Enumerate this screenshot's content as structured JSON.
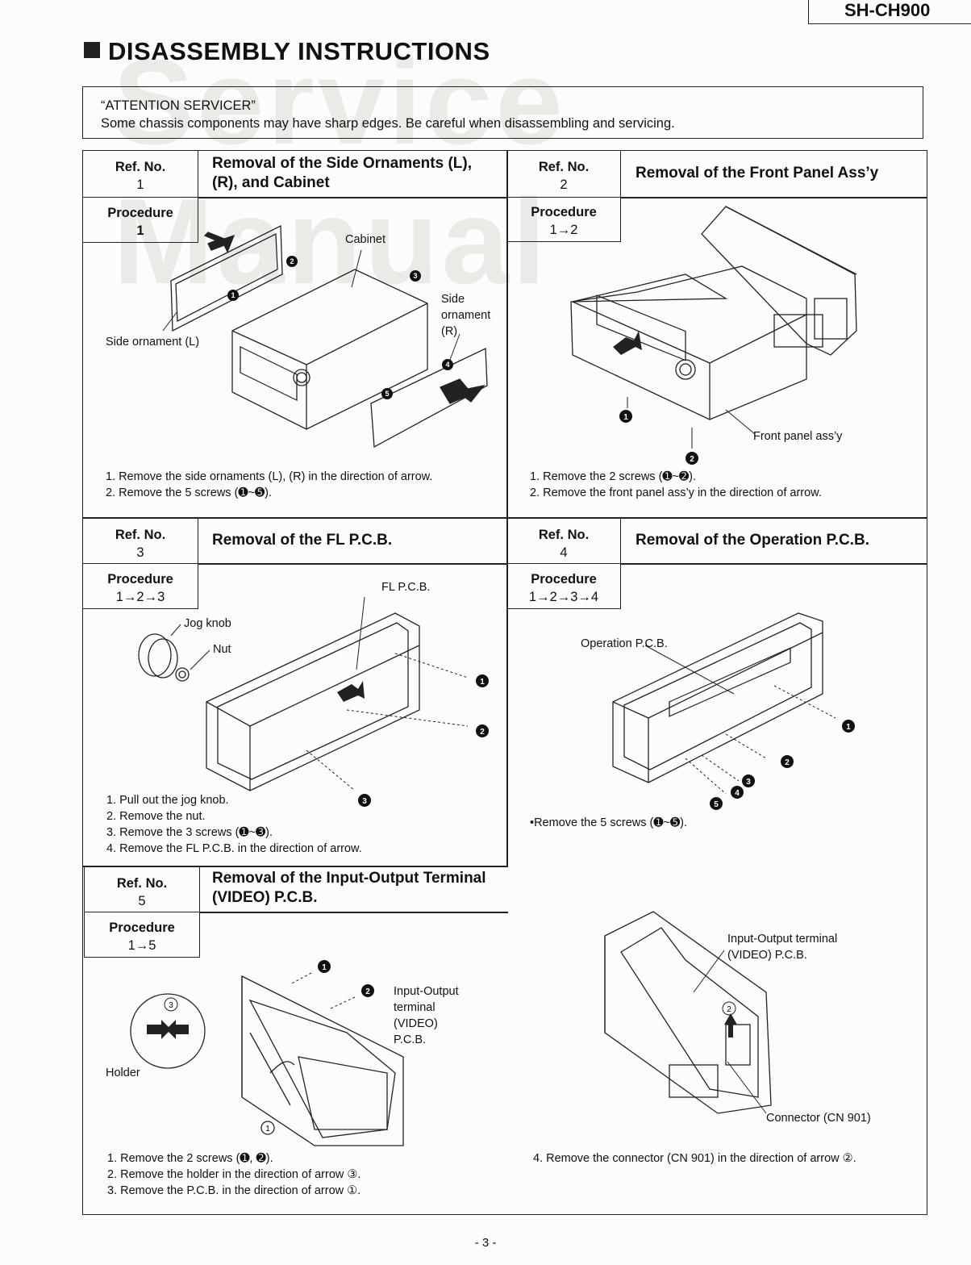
{
  "header": {
    "model": "SH-CH900",
    "title": "DISASSEMBLY INSTRUCTIONS"
  },
  "attention": {
    "heading": "“ATTENTION SERVICER”",
    "body": "Some chassis components may have sharp edges. Be careful when disassembling and servicing."
  },
  "common": {
    "ref_label": "Ref. No.",
    "procedure_label": "Procedure"
  },
  "sections": [
    {
      "ref": "1",
      "procedure": "1",
      "title_line1": "Removal of the Side Ornaments (L),",
      "title_line2": "(R), and Cabinet",
      "labels": {
        "cabinet": "Cabinet",
        "side_r1": "Side",
        "side_r2": "ornament",
        "side_r3": "(R)",
        "side_l": "Side ornament (L)"
      },
      "steps": [
        "1.  Remove the side ornaments (L), (R) in the direction of arrow.",
        "2.  Remove the 5 screws (➊~➎)."
      ]
    },
    {
      "ref": "2",
      "procedure": "1→2",
      "title_line1": "Removal of the Front Panel Ass’y",
      "labels": {
        "front_panel": "Front panel ass’y"
      },
      "steps": [
        "1.  Remove the 2 screws (➊~➋).",
        "2.  Remove the front panel ass’y in the direction of arrow."
      ]
    },
    {
      "ref": "3",
      "procedure": "1→2→3",
      "title_line1": "Removal of the FL P.C.B.",
      "labels": {
        "fl_pcb": "FL P.C.B.",
        "jog_knob": "Jog knob",
        "nut": "Nut"
      },
      "steps": [
        "1.  Pull out the jog knob.",
        "2.  Remove the nut.",
        "3.  Remove the 3 screws (➊~➌).",
        "4.  Remove the FL P.C.B. in the direction of arrow."
      ]
    },
    {
      "ref": "4",
      "procedure": "1→2→3→4",
      "title_line1": "Removal of the Operation P.C.B.",
      "labels": {
        "operation_pcb": "Operation P.C.B."
      },
      "steps": [
        "•Remove the 5 screws (➊~➎)."
      ]
    },
    {
      "ref": "5",
      "procedure": "1→5",
      "title_line1": "Removal of the Input-Output Terminal",
      "title_line2": "(VIDEO) P.C.B.",
      "labels": {
        "io1": "Input-Output",
        "io2": "terminal",
        "io3": "(VIDEO)",
        "io4": "P.C.B.",
        "holder": "Holder",
        "io_right1": "Input-Output terminal",
        "io_right2": "(VIDEO) P.C.B.",
        "connector": "Connector (CN 901)"
      },
      "steps": [
        "1.  Remove the 2 screws (➊, ➋).",
        "2.  Remove the holder in the direction of arrow ③.",
        "3.  Remove the P.C.B. in the direction of arrow ①."
      ],
      "steps_right": [
        "4.  Remove the connector (CN 901) in the direction of arrow ②."
      ]
    }
  ],
  "footer": {
    "page": "- 3 -"
  }
}
